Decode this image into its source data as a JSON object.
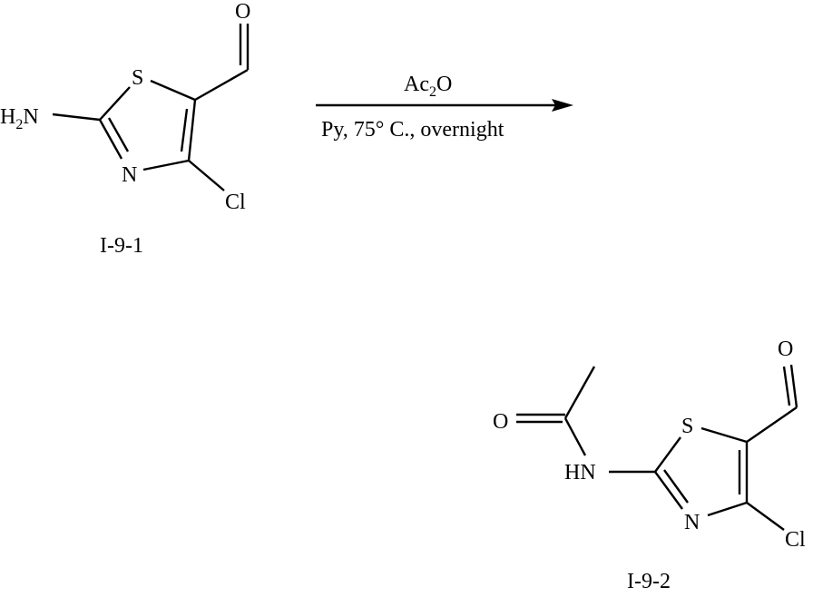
{
  "reaction": {
    "reagent_above": {
      "main": "Ac",
      "subscript": "2",
      "tail": "O"
    },
    "conditions_below": "Py, 75° C., overnight",
    "arrow_color": "#000000"
  },
  "starting_material": {
    "id_label": "I-9-1",
    "atoms": {
      "amine": {
        "main": "H",
        "subscript": "2",
        "tail": "N"
      },
      "sulfur": "S",
      "ring_nitrogen": "N",
      "chlorine": "Cl",
      "aldehyde_oxygen": "O"
    }
  },
  "product": {
    "id_label": "I-9-2",
    "atoms": {
      "amide_nh": "HN",
      "amide_oxygen": "O",
      "sulfur": "S",
      "ring_nitrogen": "N",
      "chlorine": "Cl",
      "aldehyde_oxygen": "O"
    }
  }
}
